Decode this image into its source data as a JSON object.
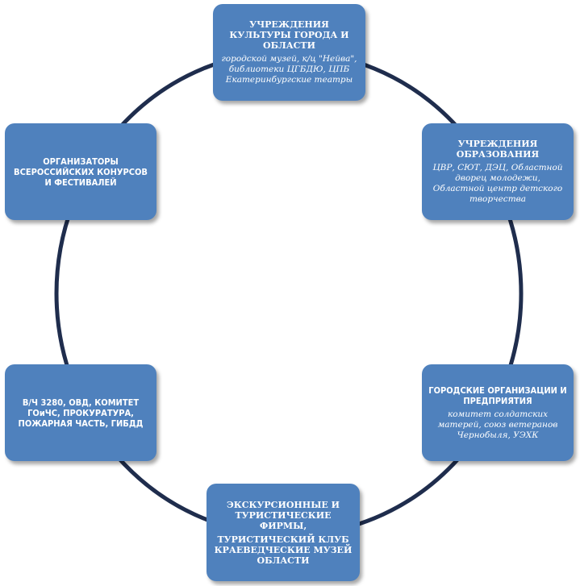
{
  "nodes": [
    {
      "id": "culture",
      "title": "УЧРЕЖДЕНИЯ КУЛЬТУРЫ ГОРОДА  И ОБЛАСТИ",
      "subtitle": "городской музей, к/ц \"Нейва\", библиотеки ЦГБДЮ, ЦПБ Екатеринбургские театры"
    },
    {
      "id": "education",
      "title": "УЧРЕЖДЕНИЯ ОБРАЗОВАНИЯ",
      "subtitle": "ЦВР, СЮТ, ДЭЦ,   Областной дворец молодежи, Областной центр  детского творчества"
    },
    {
      "id": "city-organizations",
      "title": "ГОРОДСКИЕ ОРГАНИЗАЦИИ И ПРЕДПРИЯТИЯ",
      "subtitle": "комитет солдатских матерей, союз ветеранов Чернобыля, УЭХК"
    },
    {
      "id": "tourism",
      "title": "ЭКСКУРСИОННЫЕ И ТУРИСТИЧЕСКИЕ  ФИРМЫ,",
      "title2": "ТУРИСТИЧЕСКИЙ  КЛУБ КРАЕВЕДЧЕСКИЕ  МУЗЕЙ ОБЛАСТИ"
    },
    {
      "id": "services",
      "title": "В/Ч 3280, ОВД, КОМИТЕТ ГОиЧС, ПРОКУРАТУРА, ПОЖАРНАЯ ЧАСТЬ, ГИБДД"
    },
    {
      "id": "organizers",
      "title": "ОРГАНИЗАТОРЫ ВСЕРОССИЙСКИХ КОНУРСОВ И ФЕСТИВАЛЕЙ"
    }
  ],
  "colors": {
    "box_fill": "#4f81bd",
    "ring": "#1f2d4d",
    "text": "#ffffff"
  }
}
